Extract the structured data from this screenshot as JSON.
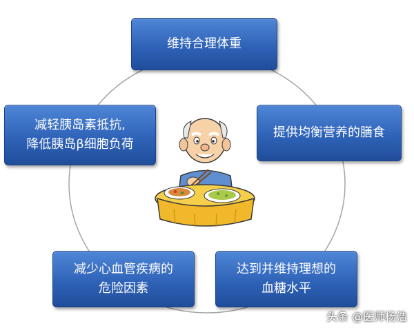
{
  "nodes": {
    "top": {
      "lines": [
        "维持合理体重"
      ]
    },
    "left": {
      "lines": [
        "减轻胰岛素抵抗,",
        "降低胰岛β细胞负荷"
      ]
    },
    "right": {
      "lines": [
        "提供均衡营养的膳食"
      ]
    },
    "bottom_left": {
      "lines": [
        "减少心血管疾病的",
        "危险因素"
      ]
    },
    "bottom_right": {
      "lines": [
        "达到并维持理想的",
        "血糖水平"
      ]
    }
  },
  "watermark": {
    "text": "头条 @医师杨浩"
  },
  "illustration": {
    "icon": "elderly-man-eating-icon"
  },
  "colors": {
    "box": "#2f63b8",
    "ring": "#9a9a9a",
    "table": "#f3c23a"
  }
}
